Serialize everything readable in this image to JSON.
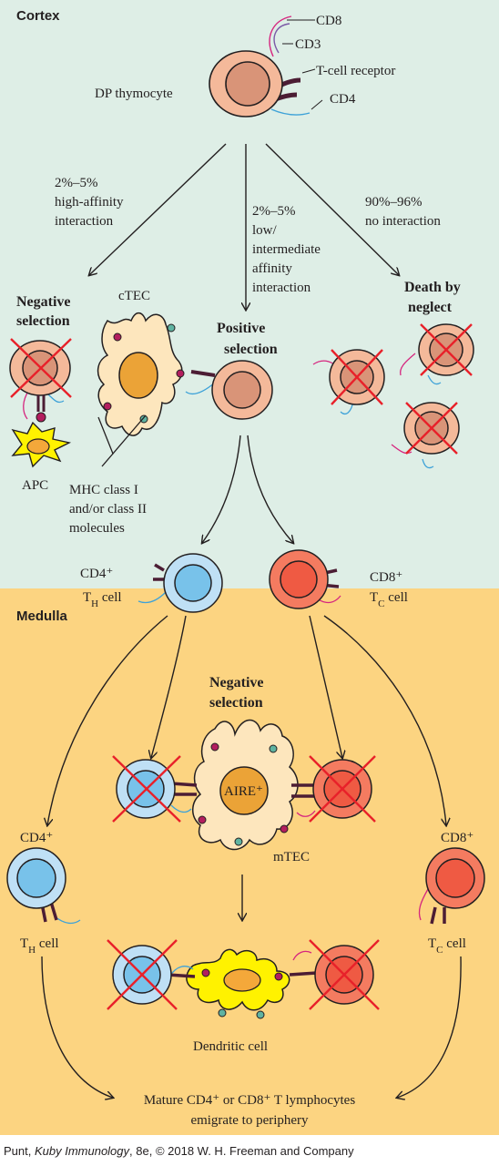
{
  "regions": {
    "cortex": "Cortex",
    "medulla": "Medulla"
  },
  "top": {
    "cd8": "CD8",
    "cd3": "CD3",
    "tcr": "T-cell receptor",
    "cd4": "CD4",
    "thymocyte": "DP thymocyte"
  },
  "branches": {
    "high": [
      "2%–5%",
      "high-affinity",
      "interaction"
    ],
    "low": [
      "2%–5%",
      "low/",
      "intermediate",
      "affinity",
      "interaction"
    ],
    "none": [
      "90%–96%",
      "no interaction"
    ]
  },
  "cortex": {
    "negative_title": [
      "Negative",
      "selection"
    ],
    "ctec": "cTEC",
    "positive_title": [
      "Positive",
      "selection"
    ],
    "death_title": [
      "Death by",
      "neglect"
    ],
    "apc": "APC",
    "mhc": [
      "MHC class I",
      "and/or class II",
      "molecules"
    ]
  },
  "mid": {
    "cd4": "CD4⁺",
    "th": "T",
    "th_sub": "H",
    "th_cell": " cell",
    "cd8": "CD8⁺",
    "tc": "T",
    "tc_sub": "C",
    "tc_cell": " cell"
  },
  "medulla": {
    "negative_title": [
      "Negative",
      "selection"
    ],
    "aire": "AIRE⁺",
    "mtec": "mTEC",
    "cd4": "CD4⁺",
    "cd8": "CD8⁺",
    "th": "T",
    "th_sub": "H",
    "th_cell": " cell",
    "tc": "T",
    "tc_sub": "C",
    "tc_cell": " cell",
    "dendritic": "Dendritic cell",
    "mature": [
      "Mature CD4⁺ or CD8⁺ T lymphocytes",
      "emigrate to periphery"
    ]
  },
  "credit": {
    "prefix": "Punt, ",
    "book": "Kuby Immunology",
    "suffix": ", 8e, © 2018 W. H. Freeman and Company"
  },
  "colors": {
    "cortex_bg": "#deeee6",
    "medulla_bg": "#fcd481",
    "thymocyte": "#f4b99a",
    "th_cell": "#bfe0f5",
    "tc_cell": "#f47b60",
    "tec": "#fde6bd",
    "dendritic": "#fff200",
    "cross": "#e8212a"
  }
}
